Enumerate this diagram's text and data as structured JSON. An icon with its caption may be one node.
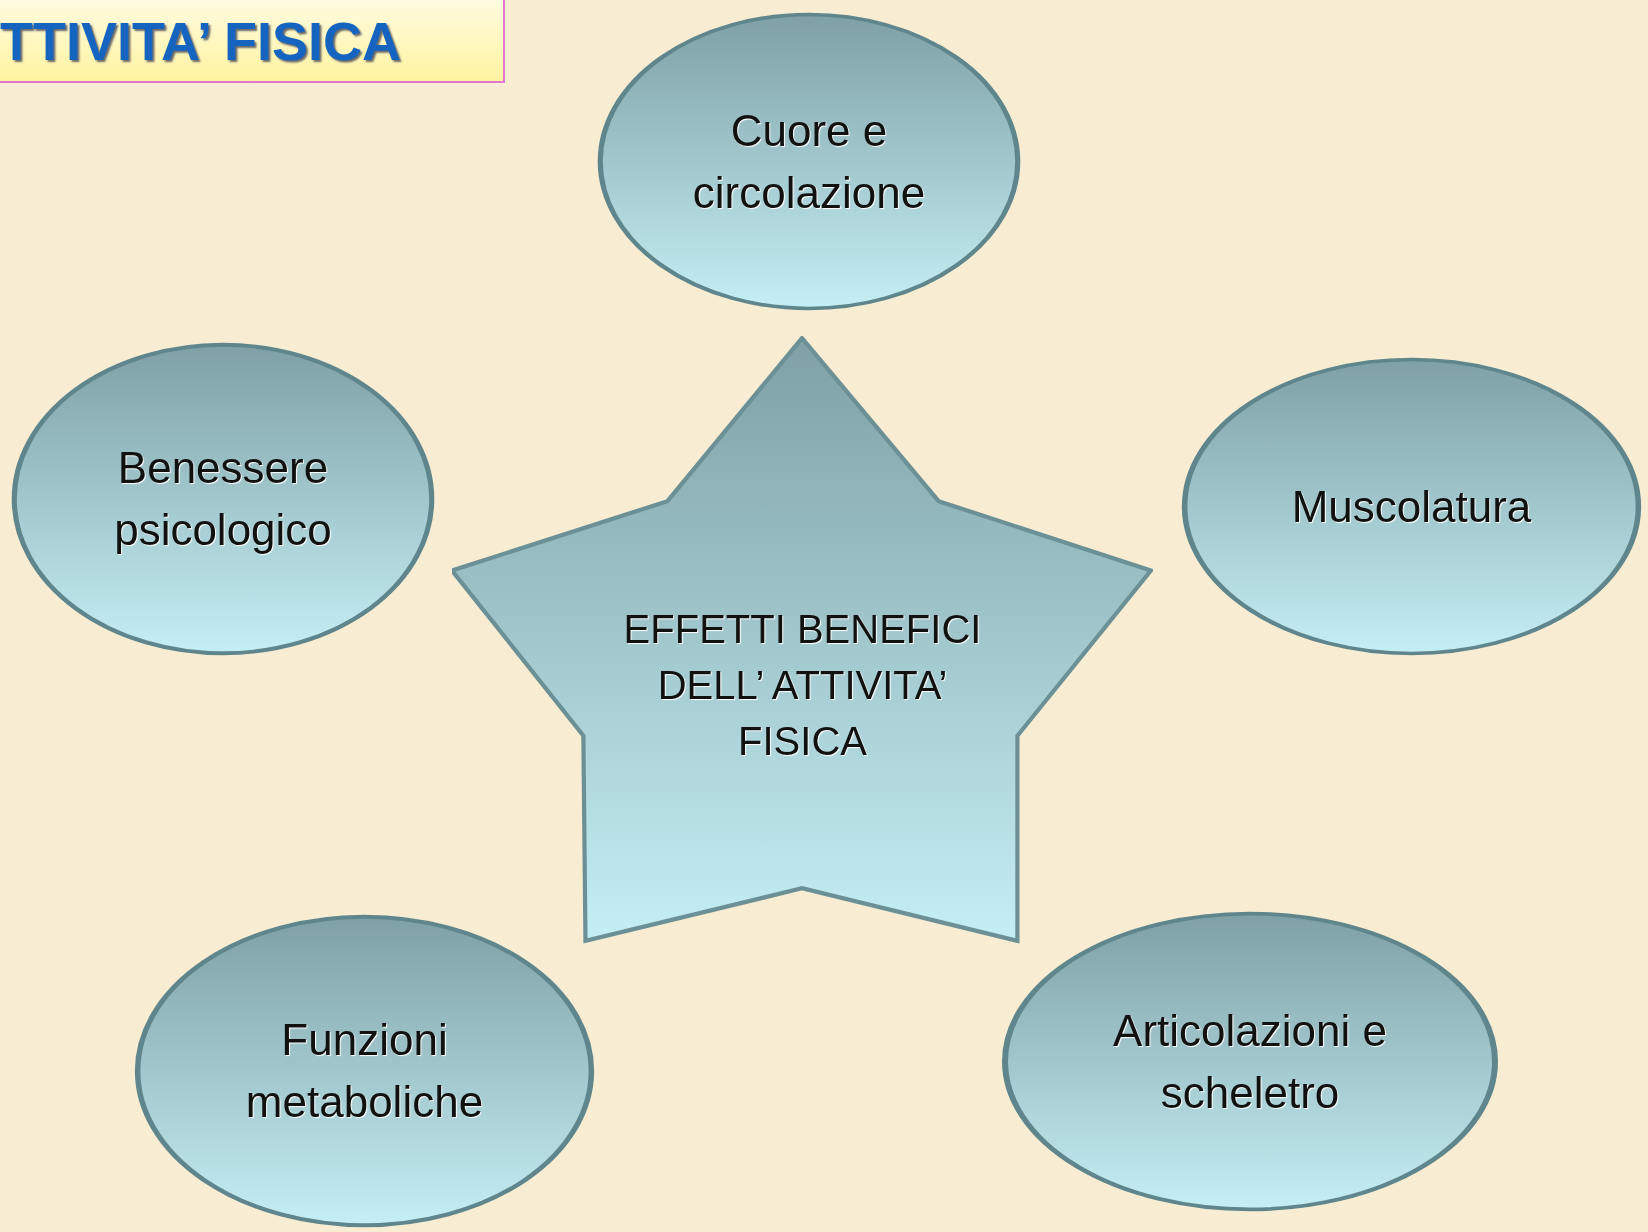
{
  "diagram": {
    "title": "TTIVITA’ FISICA",
    "nodes": [
      {
        "text": [
          "Cuore e circolazione"
        ]
      },
      {
        "text": [
          "Benessere psicologico"
        ]
      },
      {
        "text": [
          "EFFETTI BENEFICI DELL’ ATTIVITA’ FISICA"
        ]
      },
      {
        "text": [
          "Muscolatura"
        ]
      },
      {
        "text": [
          "Funzioni metaboliche"
        ]
      },
      {
        "text": [
          "Articolazioni e scheletro"
        ]
      }
    ]
  }
}
